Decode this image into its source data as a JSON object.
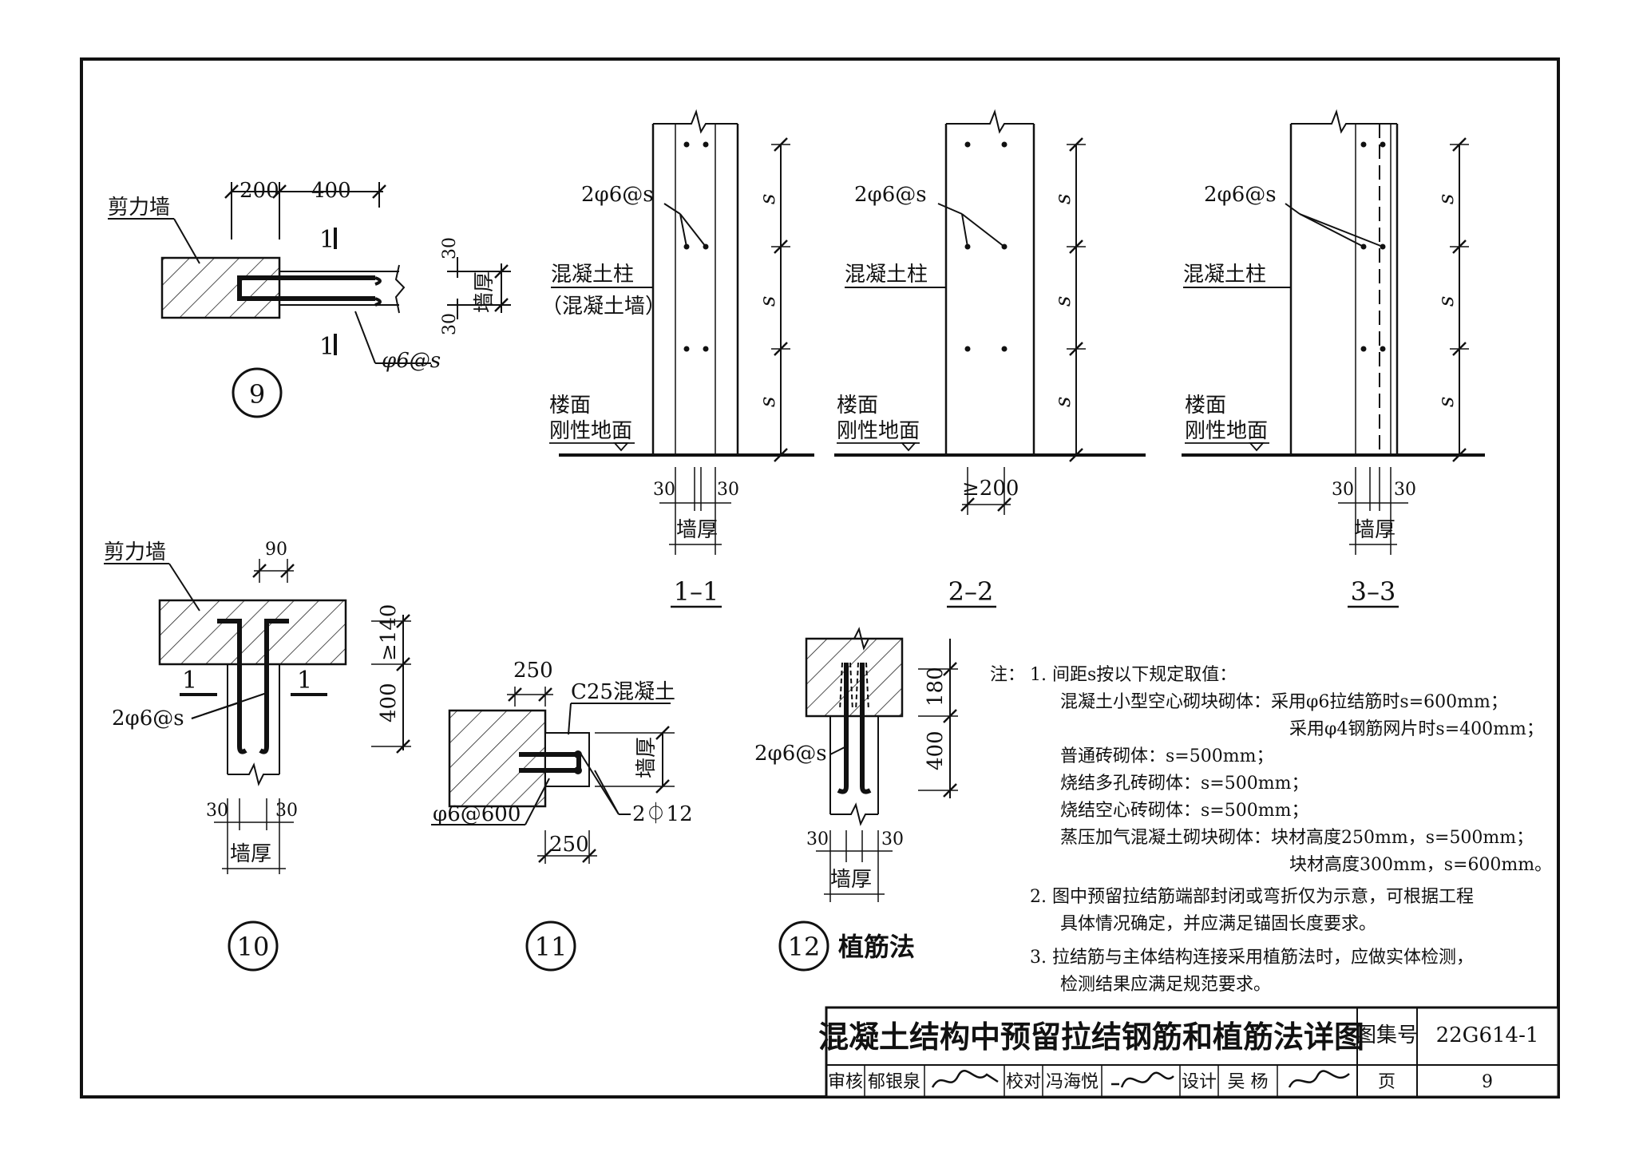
{
  "labels": {
    "shear_wall": "剪力墙",
    "d200": "200",
    "d400": "400",
    "d30": "30",
    "d90": "90",
    "d250": "250",
    "d180": "180",
    "d140": "≥140",
    "d200min": "≥200",
    "wall_thickness": "墙厚",
    "sec_mark_1": "1",
    "phi6s": "φ6@s",
    "phi6_600": "φ6@600",
    "two_phi6s": "2φ6@s",
    "two_phi12": "2⏀12",
    "c25": "C25混凝土",
    "conc_column": "混凝土柱",
    "conc_wall": "（混凝土墙）",
    "floor": "楼面",
    "rigid_ground": "刚性地面",
    "s": "s"
  },
  "details": {
    "d9": "9",
    "d10": "10",
    "d11": "11",
    "d12": "12",
    "d12_name": "植筋法"
  },
  "sections": {
    "s1": "1–1",
    "s2": "2–2",
    "s3": "3–3"
  },
  "notes": {
    "prefix": "注：",
    "n1": "1.  间距s按以下规定取值：",
    "n1a": "混凝土小型空心砌块砌体：采用φ6拉结筋时s=600mm；",
    "n1b": "采用φ4钢筋网片时s=400mm；",
    "n1c": "普通砖砌体：s=500mm；",
    "n1d": "烧结多孔砖砌体：s=500mm；",
    "n1e": "烧结空心砖砌体：s=500mm；",
    "n1f": "蒸压加气混凝土砌块砌体：块材高度250mm，s=500mm；",
    "n1g": "块材高度300mm，s=600mm。",
    "n2a": "2.  图中预留拉结筋端部封闭或弯折仅为示意，可根据工程",
    "n2b": "具体情况确定，并应满足锚固长度要求。",
    "n3a": "3.  拉结筋与主体结构连接采用植筋法时，应做实体检测，",
    "n3b": "检测结果应满足规范要求。"
  },
  "title_block": {
    "title": "混凝土结构中预留拉结钢筋和植筋法详图",
    "atlas_label": "图集号",
    "atlas_no": "22G614-1",
    "review_label": "审核",
    "reviewer": "郁银泉",
    "check_label": "校对",
    "checker": "冯海悦",
    "design_label": "设计",
    "designer": "吴  杨",
    "page_label": "页",
    "page_no": "9"
  }
}
